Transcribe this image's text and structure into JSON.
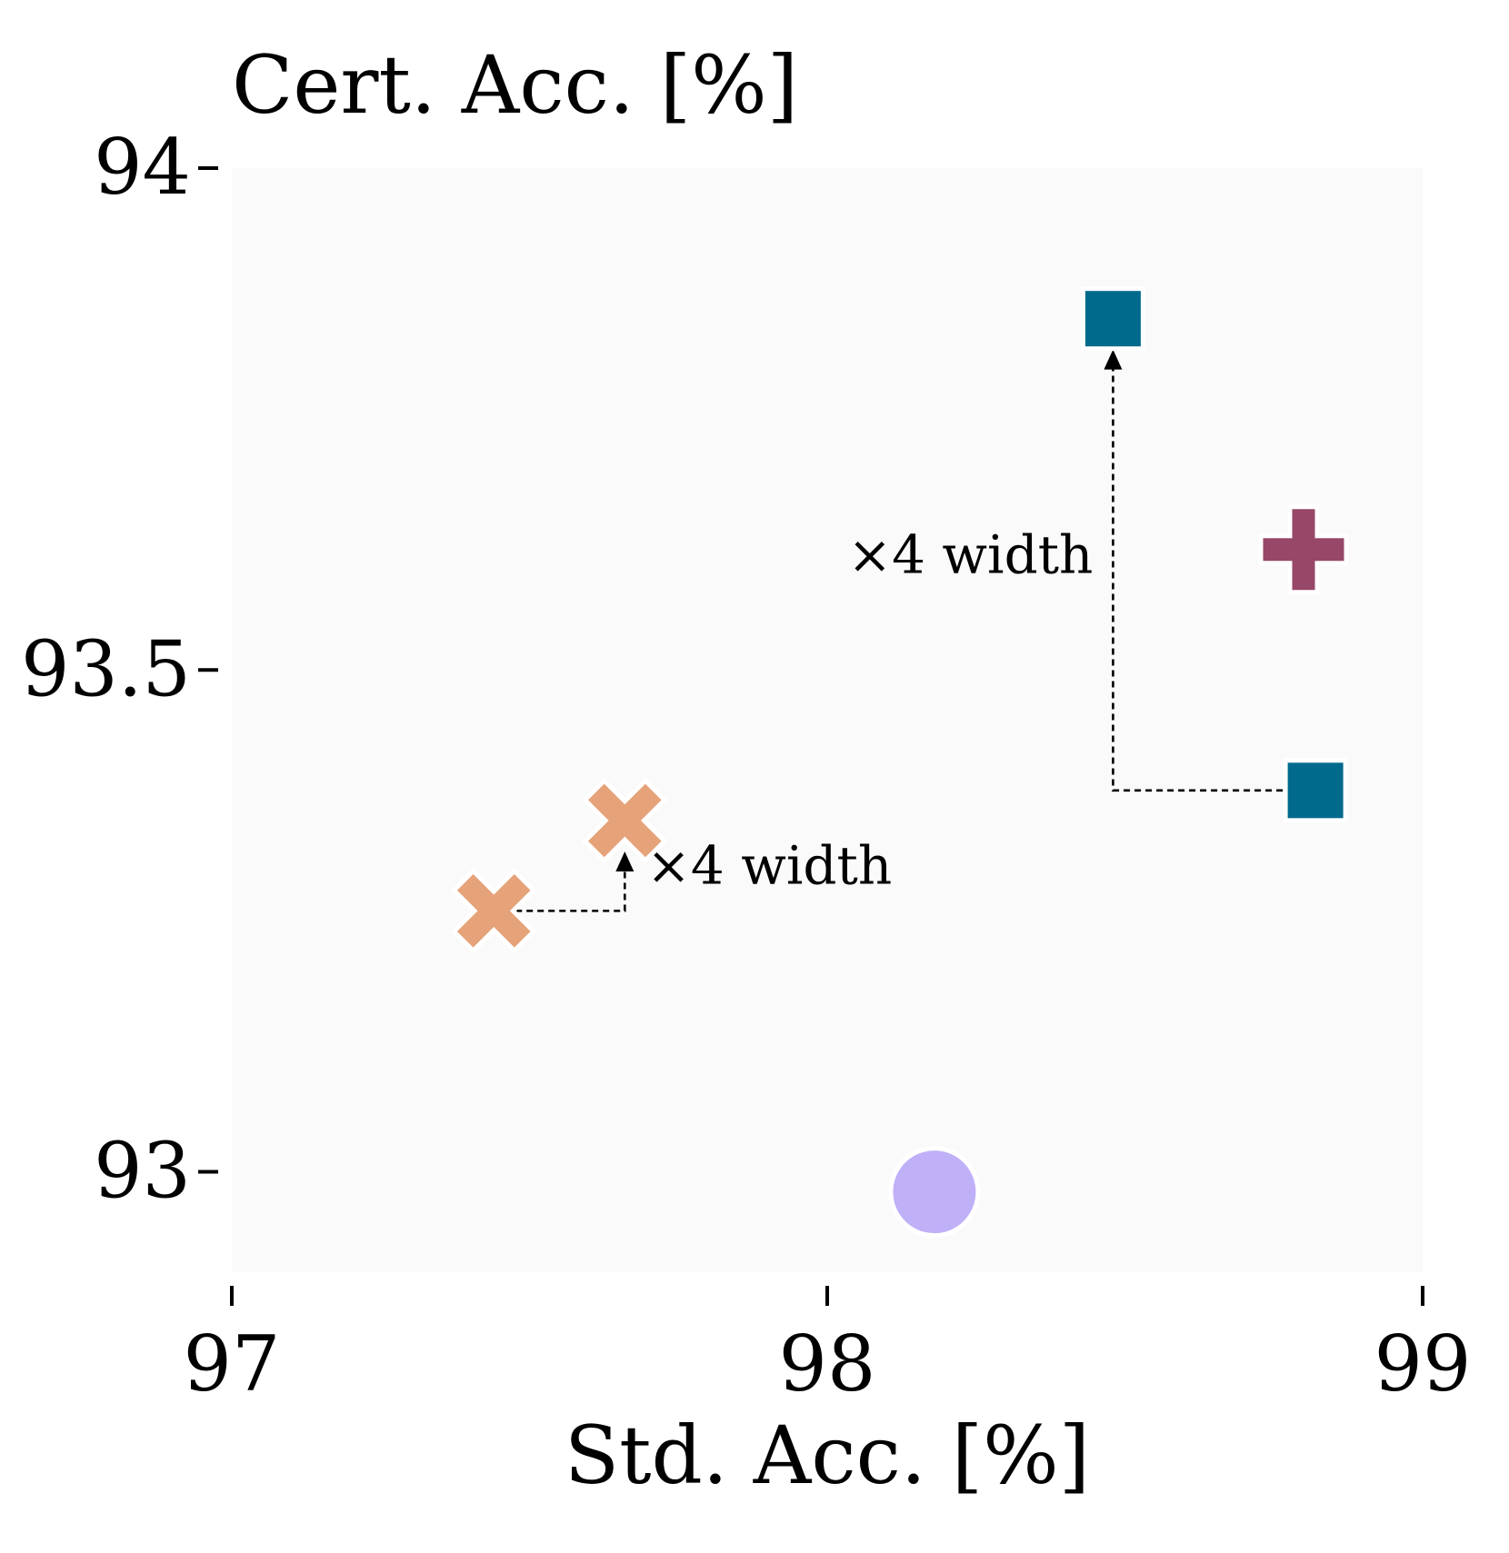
{
  "chart_data": {
    "type": "scatter",
    "ylabel": "Cert. Acc. [%]",
    "xlabel": "Std. Acc. [%]",
    "xlim": [
      97,
      99
    ],
    "ylim": [
      92.9,
      94
    ],
    "xticks": [
      97,
      98,
      99
    ],
    "yticks": [
      93,
      93.5,
      94
    ],
    "x_tick_labels": [
      "97",
      "98",
      "99"
    ],
    "y_tick_labels": [
      "93",
      "93.5",
      "94"
    ],
    "grid": false,
    "legend": "none",
    "background_color": "#fafafa",
    "points": [
      {
        "x": 97.44,
        "y": 93.26,
        "marker": "x",
        "color": "#e6a278"
      },
      {
        "x": 97.66,
        "y": 93.35,
        "marker": "x",
        "color": "#e6a278"
      },
      {
        "x": 98.18,
        "y": 92.98,
        "marker": "circle",
        "color": "#c0b0f8"
      },
      {
        "x": 98.48,
        "y": 93.85,
        "marker": "square",
        "color": "#006a8c"
      },
      {
        "x": 98.82,
        "y": 93.38,
        "marker": "square",
        "color": "#006a8c"
      },
      {
        "x": 98.8,
        "y": 93.62,
        "marker": "plus",
        "color": "#974768"
      }
    ],
    "annotations": [
      {
        "text": "×4 width",
        "from": [
          97.44,
          93.26
        ],
        "to": [
          97.66,
          93.35
        ]
      },
      {
        "text": "×4 width",
        "from": [
          98.82,
          93.38
        ],
        "to": [
          98.48,
          93.85
        ]
      }
    ]
  }
}
